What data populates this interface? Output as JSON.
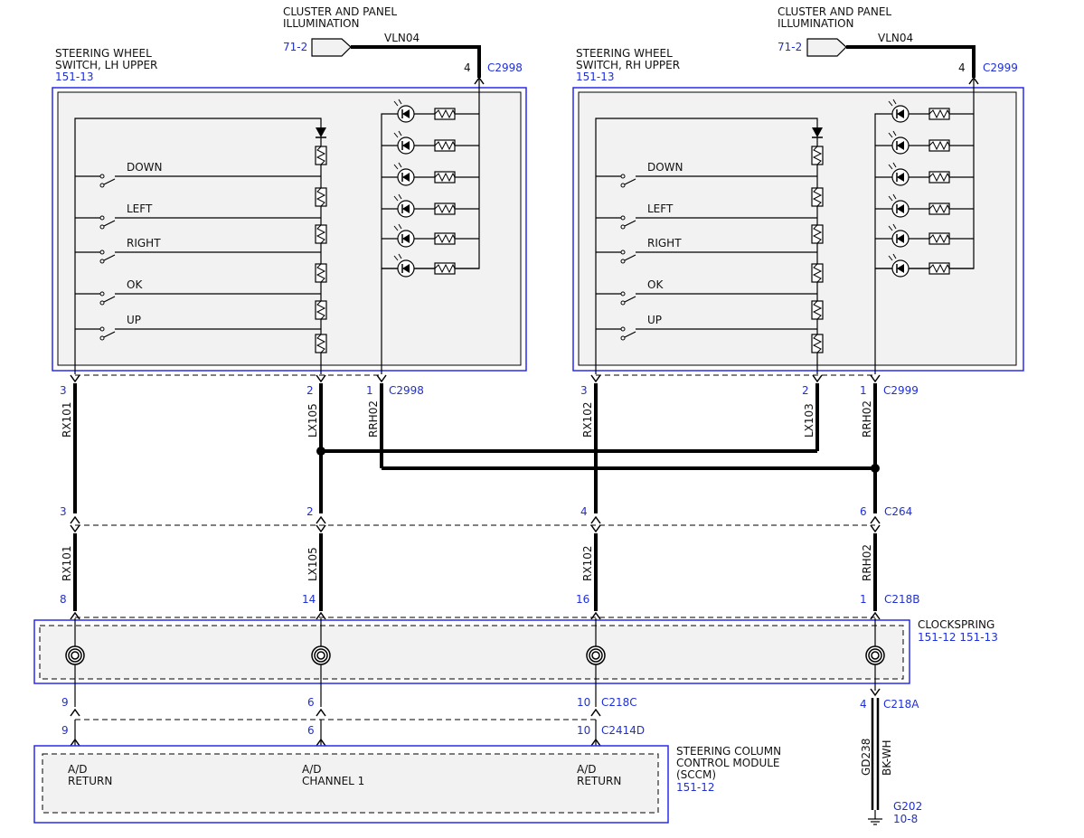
{
  "colors": {
    "connector_blue": "#1f2fd6",
    "wire": "#000000",
    "panel_fill": "#f2f2f2",
    "box_border": "#2a2af0"
  },
  "illum_left": {
    "title1": "CLUSTER AND PANEL",
    "title2": "ILLUMINATION",
    "ref": "71-2",
    "circuit": "VLN04",
    "pin": "4",
    "connector": "C2998"
  },
  "illum_right": {
    "title1": "CLUSTER AND PANEL",
    "title2": "ILLUMINATION",
    "ref": "71-2",
    "circuit": "VLN04",
    "pin": "4",
    "connector": "C2999"
  },
  "switch_lh": {
    "title1": "STEERING WHEEL",
    "title2": "SWITCH, LH UPPER",
    "ref": "151-13",
    "buttons": [
      "DOWN",
      "LEFT",
      "RIGHT",
      "OK",
      "UP"
    ],
    "pins": [
      "3",
      "2",
      "1"
    ],
    "connector": "C2998",
    "wires": [
      "RX101",
      "LX105",
      "RRH02"
    ]
  },
  "switch_rh": {
    "title1": "STEERING WHEEL",
    "title2": "SWITCH, RH UPPER",
    "ref": "151-13",
    "buttons": [
      "DOWN",
      "LEFT",
      "RIGHT",
      "OK",
      "UP"
    ],
    "pins": [
      "3",
      "2",
      "1"
    ],
    "connector": "C2999",
    "wires": [
      "RX102",
      "LX103",
      "RRH02"
    ]
  },
  "c264": {
    "connector": "C264",
    "pins": [
      "3",
      "2",
      "4",
      "6"
    ],
    "wires": [
      "RX101",
      "LX105",
      "RX102",
      "RRH02"
    ]
  },
  "c218b": {
    "connector": "C218B",
    "pins": [
      "8",
      "14",
      "16",
      "1"
    ]
  },
  "clockspring": {
    "title": "CLOCKSPRING",
    "refs": "151-12  151-13"
  },
  "c218c": {
    "connector": "C218C",
    "pins": [
      "9",
      "6",
      "10"
    ]
  },
  "c2414d": {
    "connector": "C2414D",
    "pins": [
      "9",
      "6",
      "10"
    ]
  },
  "c218a": {
    "connector": "C218A",
    "pin": "4",
    "wire": "GD238",
    "color": "BK-WH"
  },
  "sccm": {
    "title1": "STEERING COLUMN",
    "title2": "CONTROL MODULE",
    "title3": "(SCCM)",
    "ref": "151-12",
    "inputs": [
      {
        "line1": "A/D",
        "line2": "RETURN"
      },
      {
        "line1": "A/D",
        "line2": "CHANNEL 1"
      },
      {
        "line1": "A/D",
        "line2": "RETURN"
      }
    ]
  },
  "ground": {
    "name": "G202",
    "ref": "10-8"
  }
}
